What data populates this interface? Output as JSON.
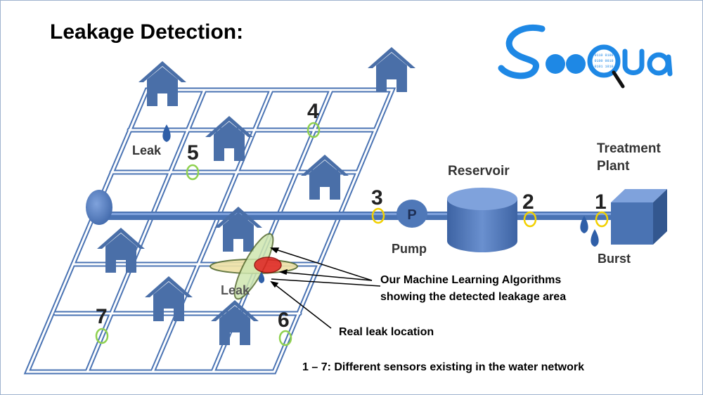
{
  "title": "Leakage Detection:",
  "logo": {
    "text": "Sooqua",
    "binary_lines": [
      "0110 0100",
      "0100 0010",
      "0101 1010"
    ],
    "icon": "magnifier-icon",
    "color": "#1e88e5"
  },
  "labels": {
    "reservoir": "Reservoir",
    "treatment_line1": "Treatment",
    "treatment_line2": "Plant",
    "pump": "Pump",
    "pump_symbol": "P",
    "burst": "Burst",
    "leak_top": "Leak",
    "leak_bottom": "Leak"
  },
  "sensors": [
    "1",
    "2",
    "3",
    "4",
    "5",
    "6",
    "7"
  ],
  "annotations": {
    "ml_line1": "Our Machine Learning Algorithms",
    "ml_line2": "showing the detected leakage area",
    "real_leak": "Real leak location",
    "legend": "1 – 7: Different sensors existing in the water network"
  },
  "colors": {
    "pipe": "#4a73b3",
    "pipe_fill": "#ffffff",
    "sensor_green": "#8fd14f",
    "sensor_yellow": "#f2d000",
    "house": "#4a6fa8",
    "tank": "#4f78b8",
    "leak_red": "#e02020"
  }
}
